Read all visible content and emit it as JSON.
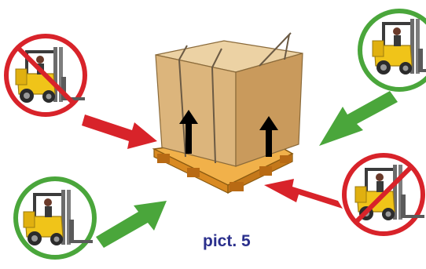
{
  "caption": "pict. 5",
  "colors": {
    "forbidden": "#d8232a",
    "allowed": "#4aa63b",
    "forklift": "#f0c419",
    "box": "#d6b27c",
    "pallet": "#e29a2e",
    "caption": "#2a2f8c"
  },
  "items": [
    {
      "name": "forklift-top-left",
      "status": "forbidden"
    },
    {
      "name": "forklift-top-right",
      "status": "allowed"
    },
    {
      "name": "forklift-bottom-left",
      "status": "allowed"
    },
    {
      "name": "forklift-bottom-right",
      "status": "forbidden"
    }
  ]
}
